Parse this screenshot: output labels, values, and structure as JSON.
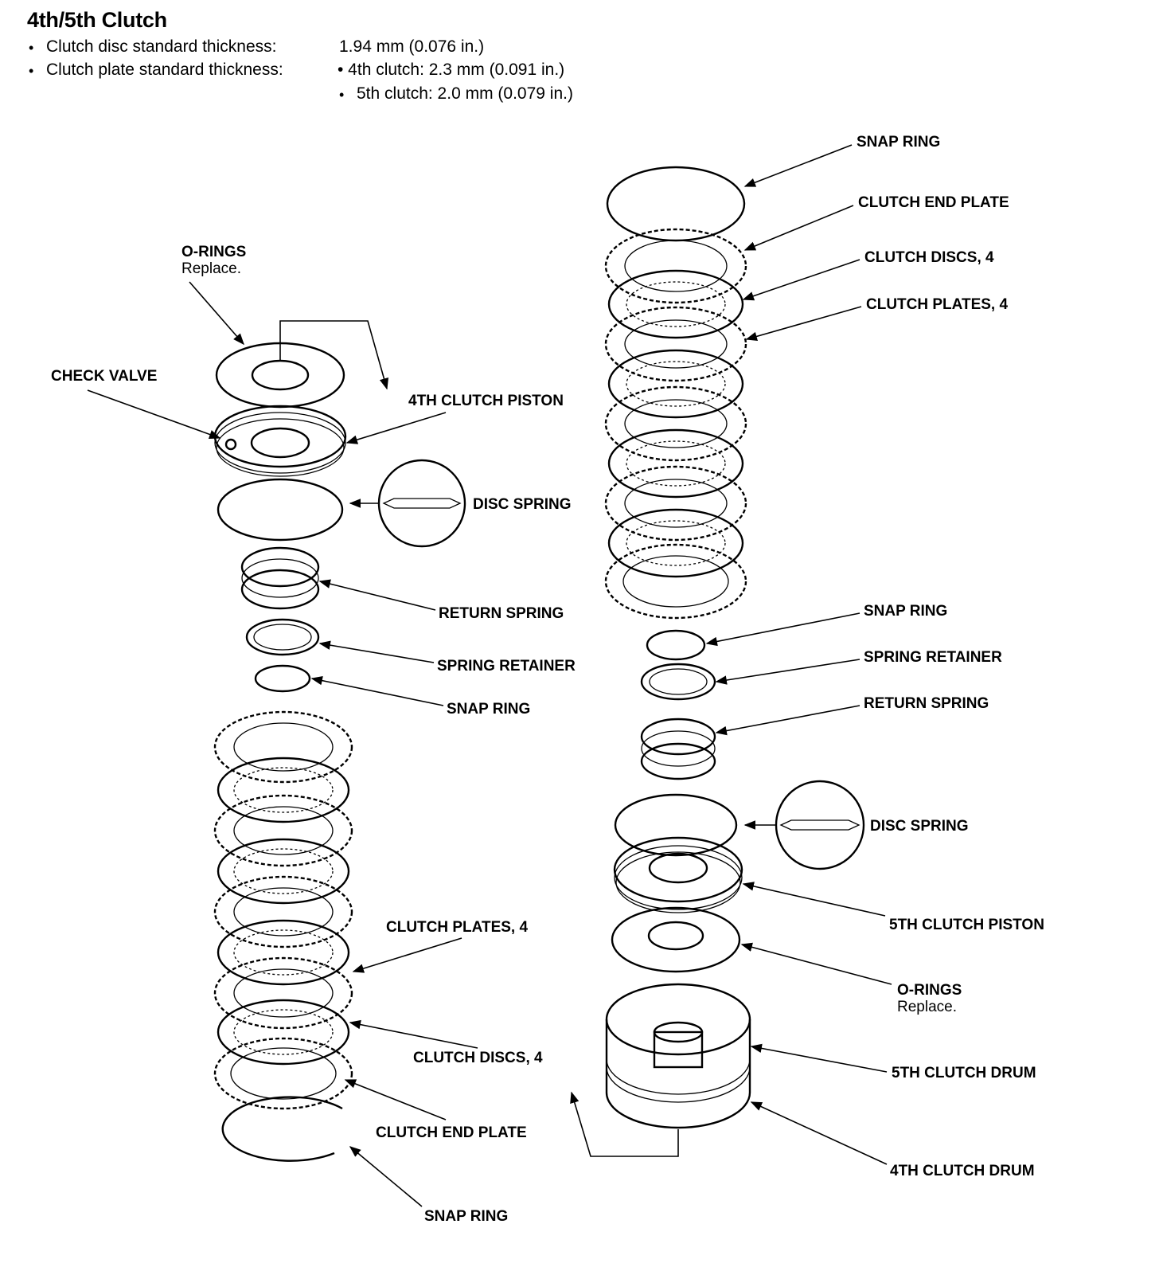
{
  "header": {
    "title": "4th/5th Clutch",
    "specs": [
      {
        "bullet": "•",
        "label": "Clutch disc standard thickness:",
        "value": "1.94 mm (0.076 in.)"
      },
      {
        "bullet": "•",
        "label": "Clutch plate standard thickness:",
        "value": "• 4th clutch: 2.3 mm (0.091 in.)"
      },
      {
        "bullet": "•",
        "label": "",
        "value": "5th clutch: 2.0 mm (0.079 in.)"
      }
    ]
  },
  "left_assembly": {
    "o_rings": "O-RINGS",
    "o_rings_note": "Replace.",
    "check_valve": "CHECK VALVE",
    "piston": "4TH CLUTCH PISTON",
    "disc_spring": "DISC SPRING",
    "return_spring": "RETURN SPRING",
    "spring_retainer": "SPRING RETAINER",
    "snap_ring_small": "SNAP RING",
    "clutch_plates": "CLUTCH PLATES, 4",
    "clutch_discs": "CLUTCH DISCS, 4",
    "clutch_end_plate": "CLUTCH END PLATE",
    "snap_ring_large": "SNAP RING"
  },
  "right_assembly": {
    "snap_ring_large": "SNAP RING",
    "clutch_end_plate": "CLUTCH END PLATE",
    "clutch_discs": "CLUTCH DISCS, 4",
    "clutch_plates": "CLUTCH PLATES, 4",
    "snap_ring_small": "SNAP RING",
    "spring_retainer": "SPRING RETAINER",
    "return_spring": "RETURN SPRING",
    "disc_spring": "DISC SPRING",
    "piston": "5TH CLUTCH PISTON",
    "o_rings": "O-RINGS",
    "o_rings_note": "Replace.",
    "drum_5th": "5TH CLUTCH DRUM",
    "drum_4th": "4TH CLUTCH DRUM"
  }
}
